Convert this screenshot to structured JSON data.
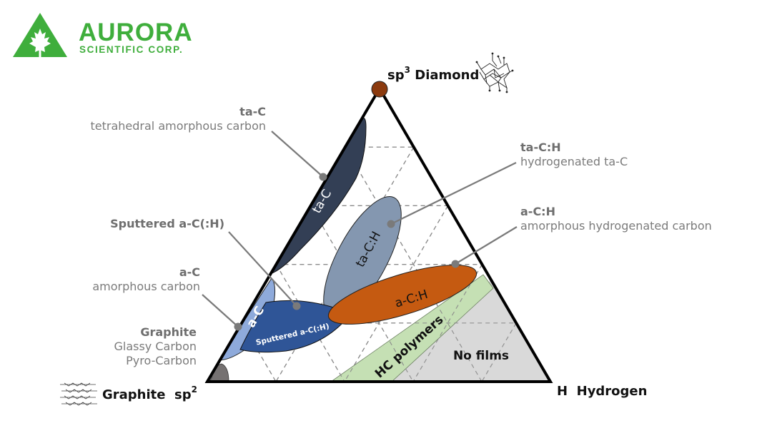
{
  "logo": {
    "name": "AURORA",
    "subtitle": "SCIENTIFIC CORP.",
    "color": "#3fae3c",
    "icon": "maple-leaf-triangle-icon"
  },
  "vertices": {
    "top": {
      "prefix": "sp",
      "sup": "3",
      "label": "Diamond",
      "icon": "diamond-lattice-icon",
      "marker_color": "#8b3a0e"
    },
    "left": {
      "label": "Graphite",
      "suffix": "sp",
      "sup": "2",
      "icon": "graphite-layers-icon"
    },
    "right": {
      "prefix": "H",
      "label": "Hydrogen"
    }
  },
  "callouts": {
    "ta_c": {
      "title": "ta-C",
      "desc": "tetrahedral amorphous carbon"
    },
    "sputtered": {
      "title": "Sputtered a-C(:H)"
    },
    "a_c": {
      "title": "a-C",
      "desc": "amorphous carbon"
    },
    "graphite": {
      "title": "Graphite",
      "lines": [
        "Glassy Carbon",
        "Pyro-Carbon"
      ]
    },
    "ta_c_h": {
      "title": "ta-C:H",
      "desc": "hydrogenated ta-C"
    },
    "a_c_h": {
      "title": "a-C:H",
      "desc": "amorphous hydrogenated carbon"
    }
  },
  "regions": {
    "ta_c": {
      "label": "ta-C",
      "color": "#333f55"
    },
    "ta_c_h": {
      "label": "ta-C:H",
      "color": "#8497b0"
    },
    "a_c": {
      "label": "a-C",
      "color": "#8eaadb"
    },
    "sputtered": {
      "label": "Sputtered a-C(:H)",
      "color": "#2f5597"
    },
    "a_c_h": {
      "label": "a-C:H",
      "color": "#c55a11"
    },
    "hc_polymers": {
      "label": "HC polymers",
      "color": "#c5e0b4"
    },
    "no_films": {
      "label": "No films",
      "color": "#d9d9d9"
    },
    "graphite": {
      "color": "#757171"
    }
  },
  "grid": {
    "divisions": 5
  }
}
